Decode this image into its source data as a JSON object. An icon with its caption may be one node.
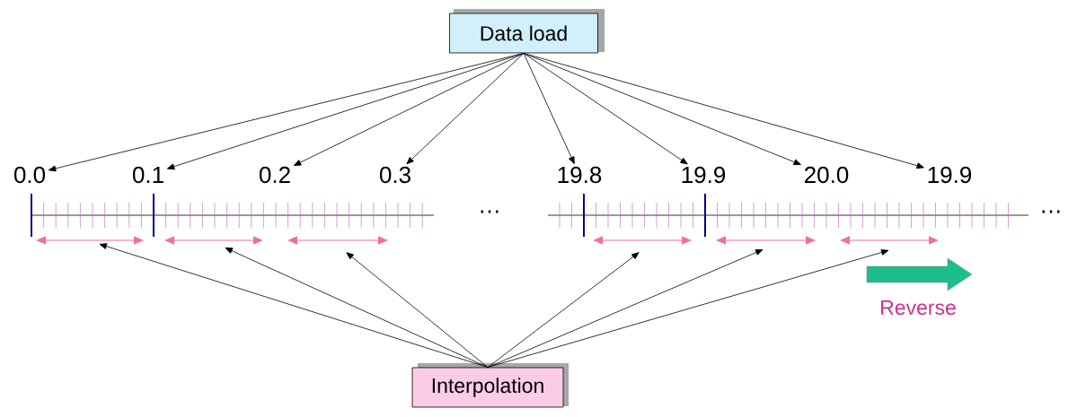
{
  "diagram": {
    "nodes": [
      {
        "text": [
          "Data load"
        ]
      },
      {
        "text": [
          "Interpolation"
        ]
      },
      {
        "text": [
          "0.0"
        ]
      },
      {
        "text": [
          "0.1"
        ]
      },
      {
        "text": [
          "0.2"
        ]
      },
      {
        "text": [
          "0.3"
        ]
      },
      {
        "text": [
          "19.8"
        ]
      },
      {
        "text": [
          "19.9"
        ]
      },
      {
        "text": [
          "20.0"
        ]
      },
      {
        "text": [
          "19.9"
        ]
      }
    ],
    "edges": [
      {
        "from": 0,
        "to": 2,
        "arrow": "to"
      },
      {
        "from": 0,
        "to": 3,
        "arrow": "to"
      },
      {
        "from": 0,
        "to": 4,
        "arrow": "to"
      },
      {
        "from": 0,
        "to": 5,
        "arrow": "to"
      },
      {
        "from": 0,
        "to": 6,
        "arrow": "to"
      },
      {
        "from": 0,
        "to": 7,
        "arrow": "to"
      },
      {
        "from": 0,
        "to": 8,
        "arrow": "to"
      },
      {
        "from": 0,
        "to": 9,
        "arrow": "to"
      },
      {
        "from": 1,
        "to": null,
        "arrow": "to"
      },
      {
        "from": 1,
        "to": null,
        "arrow": "to"
      },
      {
        "from": 1,
        "to": null,
        "arrow": "to"
      },
      {
        "from": 1,
        "to": null,
        "arrow": "to"
      },
      {
        "from": 1,
        "to": null,
        "arrow": "to"
      },
      {
        "from": 1,
        "to": null,
        "arrow": "to"
      }
    ],
    "labels": [
      "…",
      "…",
      "Reverse"
    ]
  }
}
